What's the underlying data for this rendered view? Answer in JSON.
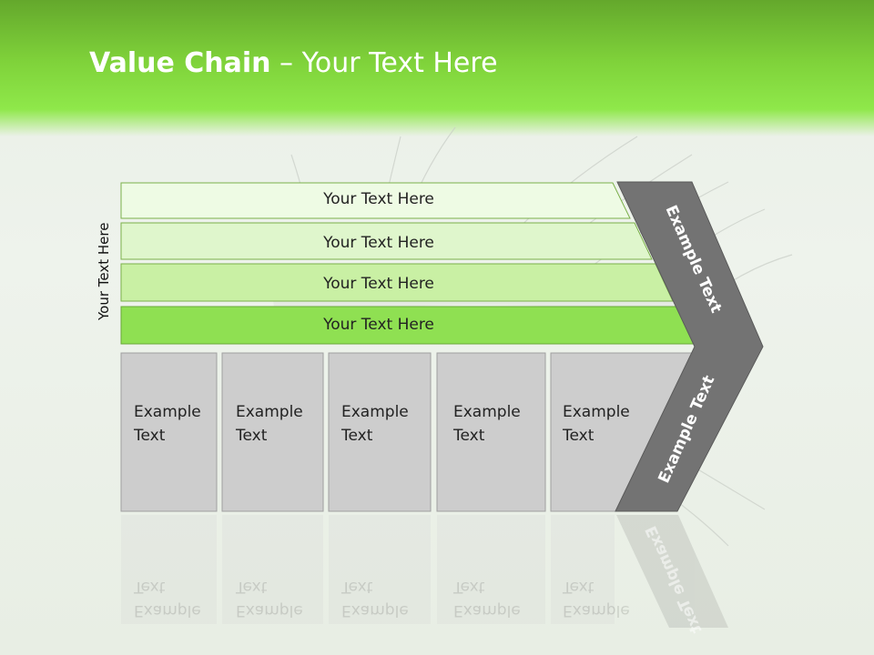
{
  "slide": {
    "title_bold": "Value Chain",
    "title_rest": " – Your Text Here",
    "side_label": "Your Text Here",
    "bars": [
      {
        "label": "Your Text Here",
        "fill": "#eefbe4"
      },
      {
        "label": "Your Text Here",
        "fill": "#dff6cc"
      },
      {
        "label": "Your Text Here",
        "fill": "#c9f0a4"
      },
      {
        "label": "Your Text Here",
        "fill": "#8fe052"
      }
    ],
    "boxes": [
      {
        "text": "Example\nText"
      },
      {
        "text": "Example\nText"
      },
      {
        "text": "Example\nText"
      },
      {
        "text": "Example\nText"
      },
      {
        "text": "Example\nText"
      }
    ],
    "chevron": {
      "upper_text": "Example Text",
      "lower_text": "Example Text",
      "fill": "#737373"
    },
    "colors": {
      "header": "#7fd23a",
      "box_fill": "#cdcdcd",
      "box_stroke": "#a0a0a0"
    }
  }
}
